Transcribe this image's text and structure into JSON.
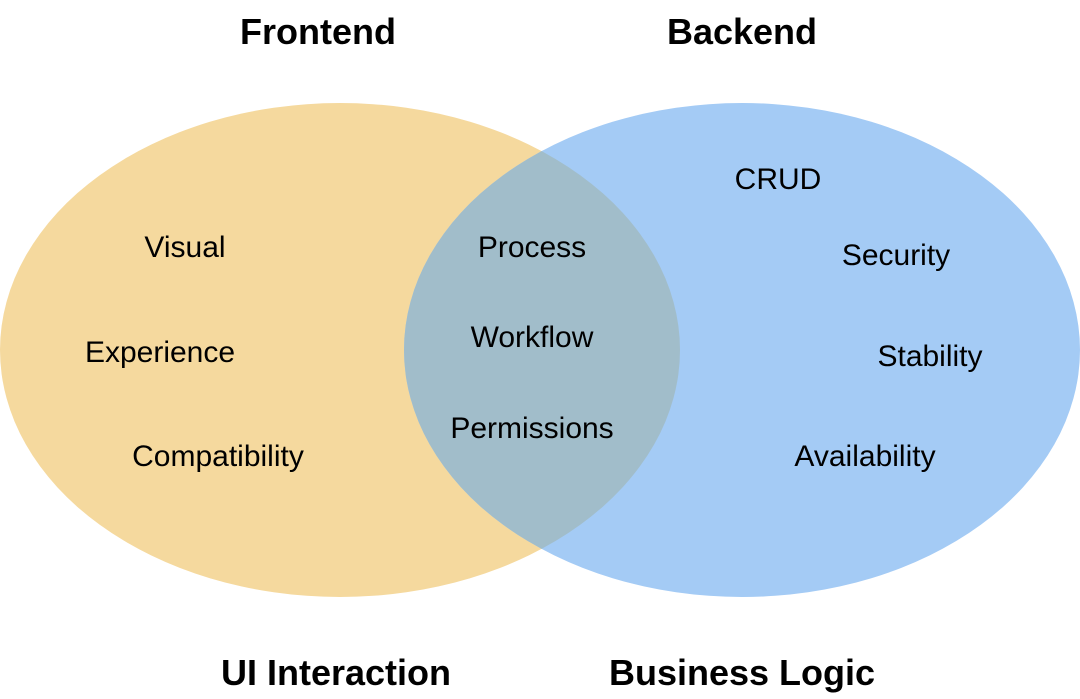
{
  "titles": {
    "left": "Frontend",
    "right": "Backend"
  },
  "footers": {
    "left": "UI Interaction",
    "right": "Business Logic"
  },
  "sets": {
    "left": {
      "color": "#F5D99E",
      "items": [
        "Visual",
        "Experience",
        "Compatibility"
      ]
    },
    "right": {
      "color": "#A4CBF5",
      "items": [
        "CRUD",
        "Security",
        "Stability",
        "Availability"
      ]
    },
    "overlap": {
      "color": "#A1BDCA",
      "items": [
        "Process",
        "Workflow",
        "Permissions"
      ]
    }
  }
}
